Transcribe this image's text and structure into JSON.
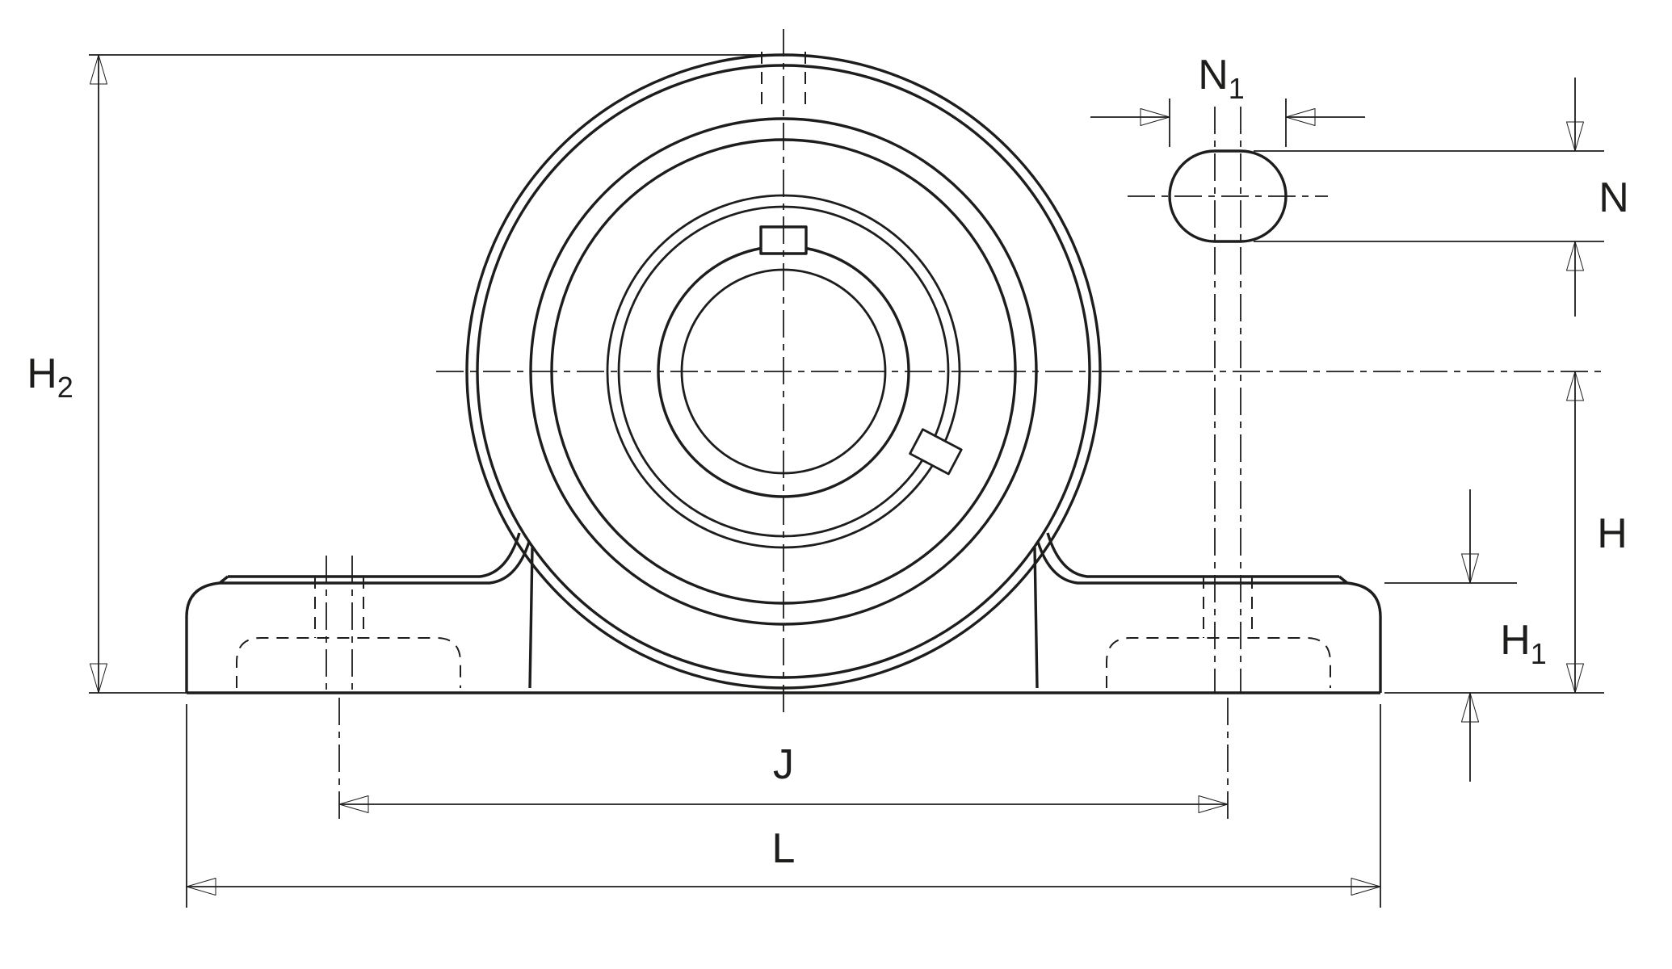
{
  "drawing": {
    "colors": {
      "line": "#1d1d1b",
      "background": "#ffffff"
    },
    "labels": {
      "H2": {
        "base": "H",
        "sub": "2"
      },
      "N1": {
        "base": "N",
        "sub": "1"
      },
      "N": {
        "base": "N",
        "sub": ""
      },
      "H": {
        "base": "H",
        "sub": ""
      },
      "H1": {
        "base": "H",
        "sub": "1"
      },
      "J": {
        "base": "J",
        "sub": ""
      },
      "L": {
        "base": "L",
        "sub": ""
      }
    }
  }
}
